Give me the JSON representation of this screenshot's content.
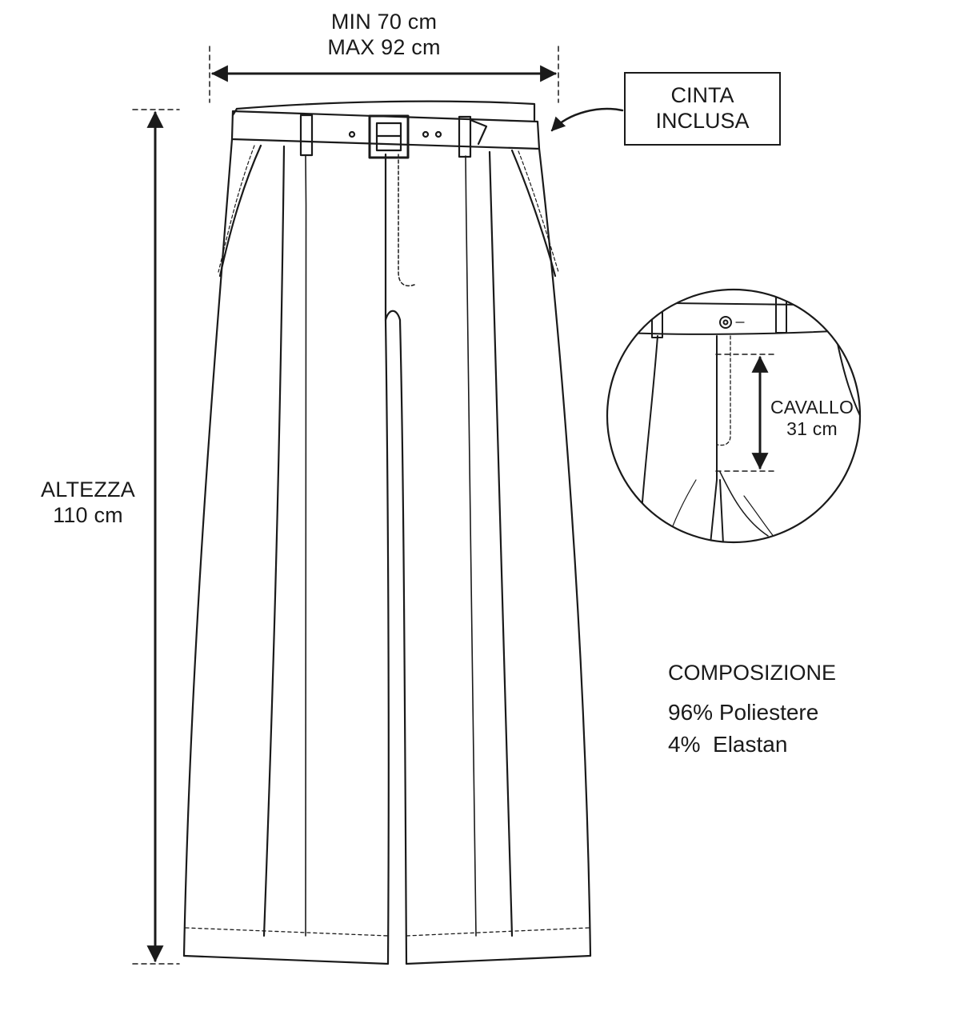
{
  "waist": {
    "min_label": "MIN 70 cm",
    "max_label": "MAX 92 cm"
  },
  "belt_note": {
    "line1": "CINTA",
    "line2": "INCLUSA"
  },
  "height": {
    "label": "ALTEZZA",
    "value": "110 cm"
  },
  "crotch": {
    "label": "CAVALLO",
    "value": "31 cm"
  },
  "composition": {
    "title": "COMPOSIZIONE",
    "items": [
      "96% Poliestere",
      "4%  Elastan"
    ]
  },
  "colors": {
    "line": "#1a1a1a",
    "background": "#ffffff"
  }
}
